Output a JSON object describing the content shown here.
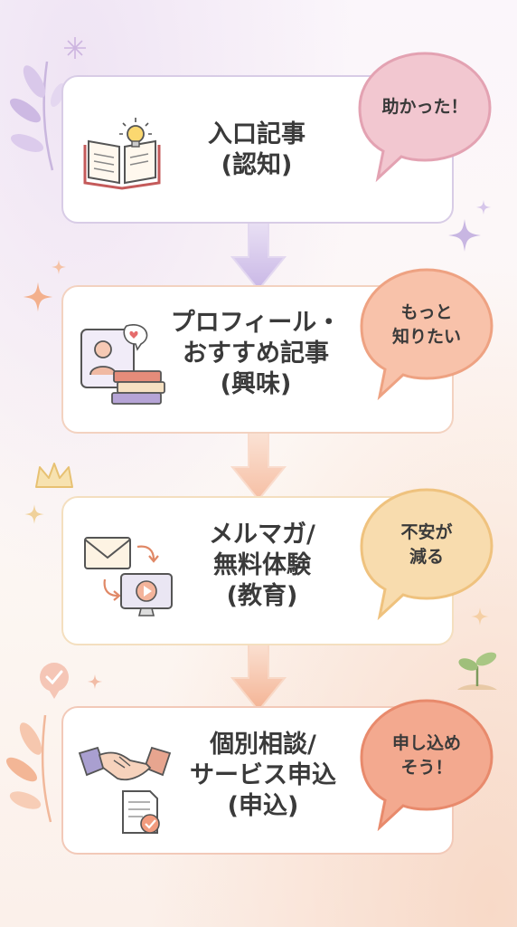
{
  "colors": {
    "stage1_border": "#d8cce6",
    "stage2_border": "#f3d2c0",
    "stage3_border": "#f4dfbf",
    "stage4_border": "#f2c9b8",
    "bubble1": "#f2c7d0",
    "bubble2": "#f8c2aa",
    "bubble3": "#f8dcae",
    "bubble4": "#f3a98f"
  },
  "stages": [
    {
      "title_lines": [
        "入口記事",
        "(認知)"
      ],
      "bubble_lines": [
        "助かった！"
      ],
      "icon": "open-book-lightbulb-icon"
    },
    {
      "title_lines": [
        "プロフィール・",
        "おすすめ記事",
        "(興味)"
      ],
      "bubble_lines": [
        "もっと",
        "知りたい"
      ],
      "icon": "profile-books-icon"
    },
    {
      "title_lines": [
        "メルマガ/",
        "無料体験",
        "(教育)"
      ],
      "bubble_lines": [
        "不安が",
        "減る"
      ],
      "icon": "mail-video-icon"
    },
    {
      "title_lines": [
        "個別相談/",
        "サービス申込",
        "(申込)"
      ],
      "bubble_lines": [
        "申し込め",
        "そう！"
      ],
      "icon": "handshake-document-icon"
    }
  ]
}
